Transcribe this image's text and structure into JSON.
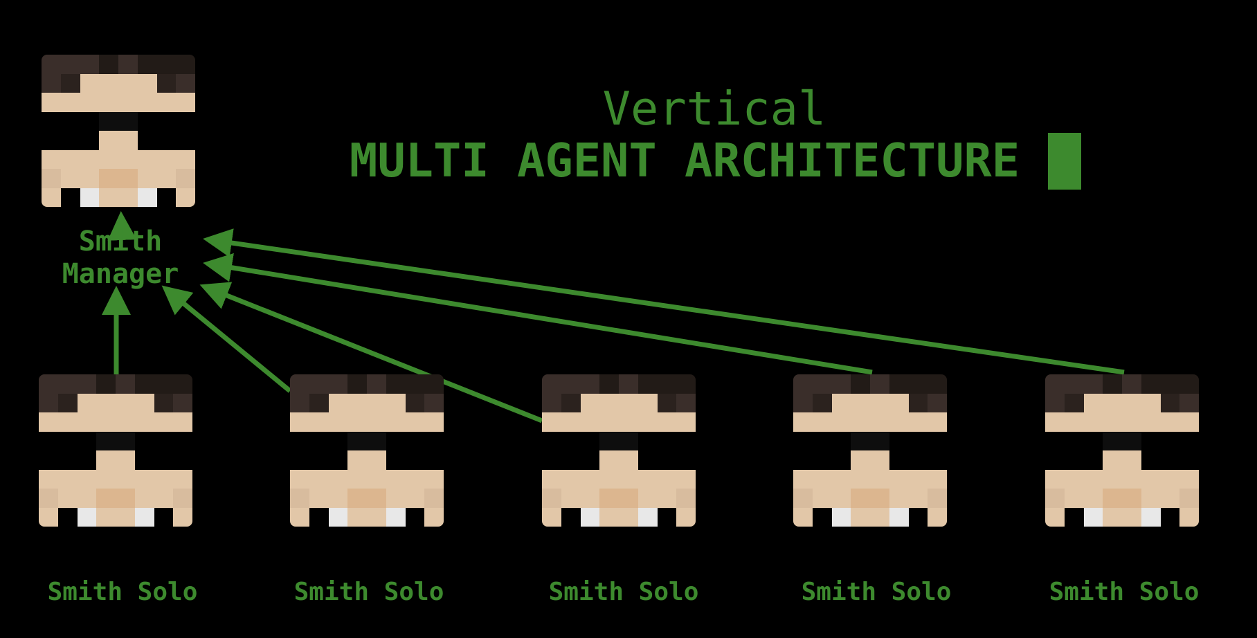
{
  "title": {
    "line1": "Vertical",
    "line2": "MULTI AGENT ARCHITECTURE"
  },
  "manager": {
    "label_line1": "Smith",
    "label_line2": "Manager"
  },
  "solos": [
    {
      "label": "Smith Solo"
    },
    {
      "label": "Smith Solo"
    },
    {
      "label": "Smith Solo"
    },
    {
      "label": "Smith Solo"
    },
    {
      "label": "Smith Solo"
    }
  ],
  "colors": {
    "accent": "#3d8a2e",
    "background": "#000000"
  }
}
